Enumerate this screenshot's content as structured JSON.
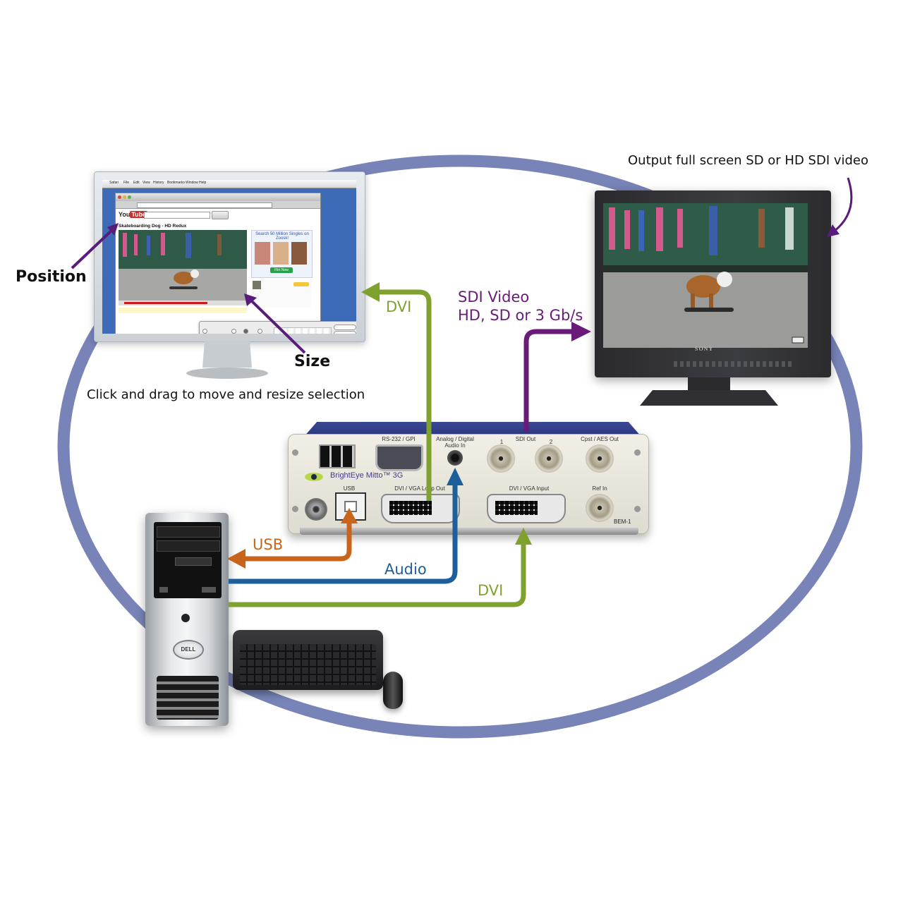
{
  "diagram": {
    "title": "BrightEye Mitto 3G connection diagram",
    "ring_color": "#7884b8"
  },
  "annotations": {
    "position": "Position",
    "size": "Size",
    "click_drag": "Click and drag to move and resize selection",
    "output_fullscreen": "Output full screen SD or HD SDI video"
  },
  "connections": {
    "dvi_to_monitor": {
      "label": "DVI",
      "color": "#7fa22e"
    },
    "sdi_video": {
      "label_line1": "SDI Video",
      "label_line2": "HD, SD or 3 Gb/s",
      "color": "#6a1a78"
    },
    "usb": {
      "label": "USB",
      "color": "#c8651b"
    },
    "audio": {
      "label": "Audio",
      "color": "#1d5f9a"
    },
    "dvi_from_pc": {
      "label": "DVI",
      "color": "#7fa22e"
    }
  },
  "left_monitor": {
    "browser_menu": [
      "Safari",
      "File",
      "Edit",
      "View",
      "History",
      "Bookmarks",
      "Window",
      "Help"
    ],
    "youtube": {
      "logo_you": "You",
      "logo_tube": "Tube",
      "video_title": "Skateboarding Dog - HD Redux",
      "ad_title": "Search 50 Million Singles on Zoosk!",
      "ad_button": "Flirt Now"
    }
  },
  "right_monitor": {
    "brand": "SONY"
  },
  "device": {
    "brand": "BrightEye Mitto™ 3G",
    "model": "BEM-1",
    "ports": {
      "rs232": "RS-232 / GPI",
      "audio_in": "Analog / Digital Audio In",
      "sdi_out": "SDI Out",
      "sdi_out_1": "1",
      "sdi_out_2": "2",
      "cpst_aes": "Cpst / AES Out",
      "usb": "USB",
      "dvi_loop": "DVI / VGA Loop Out",
      "dvi_input": "DVI / VGA Input",
      "ref_in": "Ref In"
    }
  },
  "computer": {
    "brand": "DELL"
  }
}
